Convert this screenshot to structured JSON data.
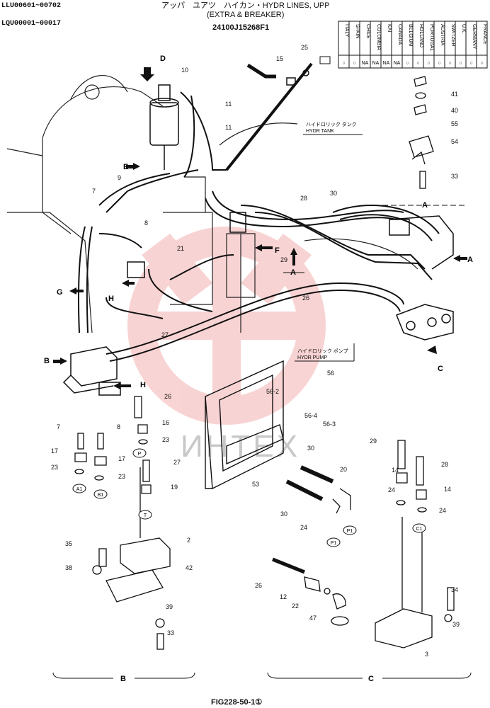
{
  "header": {
    "serial_1": "LLU00601~00702",
    "serial_2": "LQU00001~00017",
    "title_line1": "アッパ　ユアツ　ハイカン・HYDR LINES, UPP",
    "title_line2": "(EXTRA & BREAKER)",
    "part_number": "24100J15268F1"
  },
  "country_table": {
    "countries": [
      "ITALY",
      "SPAIN",
      "CHILE",
      "COLOMBIA",
      "KAI",
      "CANADA",
      "BELGIUM",
      "HOLLAND",
      "PORTUGAL",
      "AUSTRIA",
      "SWITZER",
      "U.K.",
      "GERMANY",
      "FRANCE"
    ],
    "marks": [
      "○",
      "○",
      "NA",
      "NA",
      "NA",
      "NA",
      "○",
      "○",
      "○",
      "○",
      "○",
      "○",
      "○",
      "○"
    ]
  },
  "annotations": {
    "hydr_tank_jp": "ハイドロリック タンク",
    "hydr_tank": "HYDR TANK",
    "hydr_pump_jp": "ハイドロリック ポンプ",
    "hydr_pump": "HYDR PUMP",
    "watermark": "ИНТЕХ"
  },
  "view_labels": {
    "A": "A",
    "B": "B",
    "C": "C",
    "D": "D",
    "E": "E",
    "F": "F",
    "G": "G",
    "H": "H"
  },
  "callouts": [
    "2",
    "3",
    "7",
    "8",
    "9",
    "10",
    "11",
    "12",
    "14",
    "15",
    "16",
    "17",
    "19",
    "20",
    "21",
    "22",
    "23",
    "24",
    "25",
    "26",
    "27",
    "28",
    "29",
    "30",
    "33",
    "34",
    "35",
    "38",
    "39",
    "40",
    "41",
    "42",
    "47",
    "53",
    "54",
    "55",
    "56",
    "56-2",
    "56-3",
    "56-4"
  ],
  "port_tags": [
    "A1",
    "B1",
    "T",
    "P",
    "P1",
    "C1",
    "P1"
  ],
  "footer": {
    "figure": "FIG228-50-1①"
  }
}
